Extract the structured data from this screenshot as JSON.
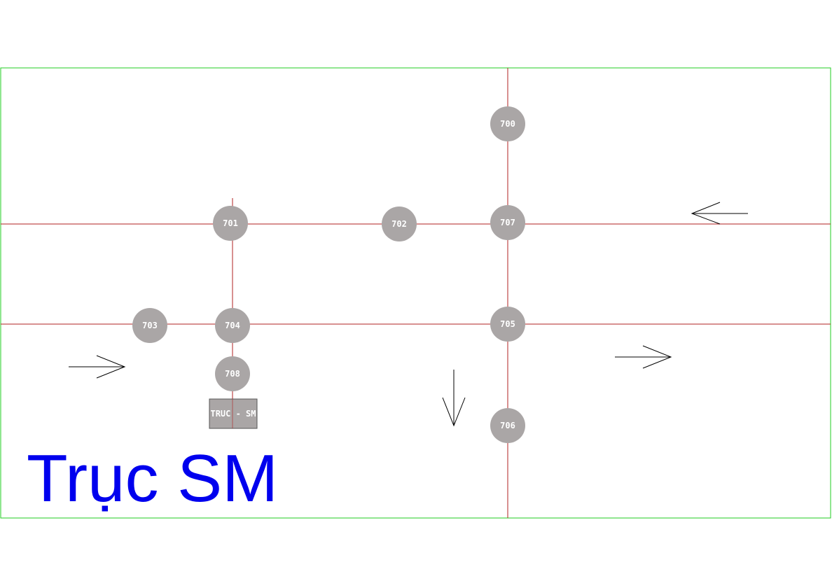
{
  "title": "Trục SM",
  "box_label": "TRUC - SM",
  "colors": {
    "frame": "#22cc22",
    "track": "#b22222",
    "node": "#aaa6a6",
    "node_text": "#ffffff",
    "title": "#0000ee",
    "arrow": "#000000"
  },
  "nodes": [
    {
      "id": "node-700",
      "label": "700"
    },
    {
      "id": "node-701",
      "label": "701"
    },
    {
      "id": "node-702",
      "label": "702"
    },
    {
      "id": "node-703",
      "label": "703"
    },
    {
      "id": "node-704",
      "label": "704"
    },
    {
      "id": "node-705",
      "label": "705"
    },
    {
      "id": "node-706",
      "label": "706"
    },
    {
      "id": "node-707",
      "label": "707"
    },
    {
      "id": "node-708",
      "label": "708"
    }
  ],
  "arrows": [
    {
      "name": "arrow-left-icon",
      "direction": "left"
    },
    {
      "name": "arrow-right-icon",
      "direction": "right"
    },
    {
      "name": "arrow-right-icon",
      "direction": "right"
    },
    {
      "name": "arrow-down-icon",
      "direction": "down"
    }
  ]
}
